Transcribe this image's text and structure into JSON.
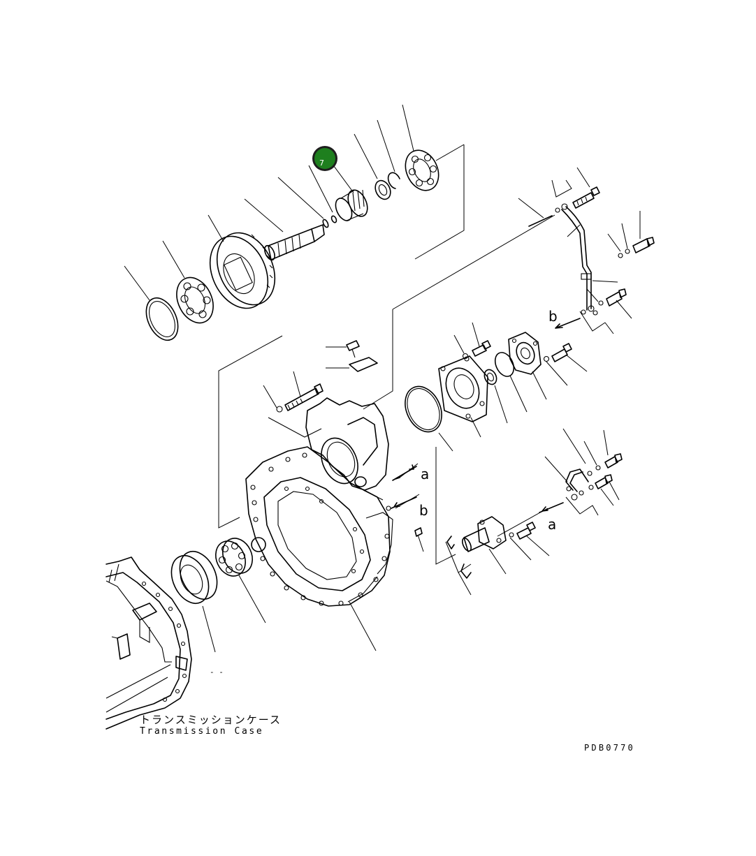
{
  "callout": {
    "number": "7",
    "color": "#1e7f1e"
  },
  "diagram": {
    "refs": {
      "a": "a",
      "b": "b"
    },
    "dash_label": "-  -"
  },
  "labels": {
    "case_jp": "トランスミッションケース",
    "case_en": "Transmission Case",
    "drawing_code": "PDB0770"
  }
}
